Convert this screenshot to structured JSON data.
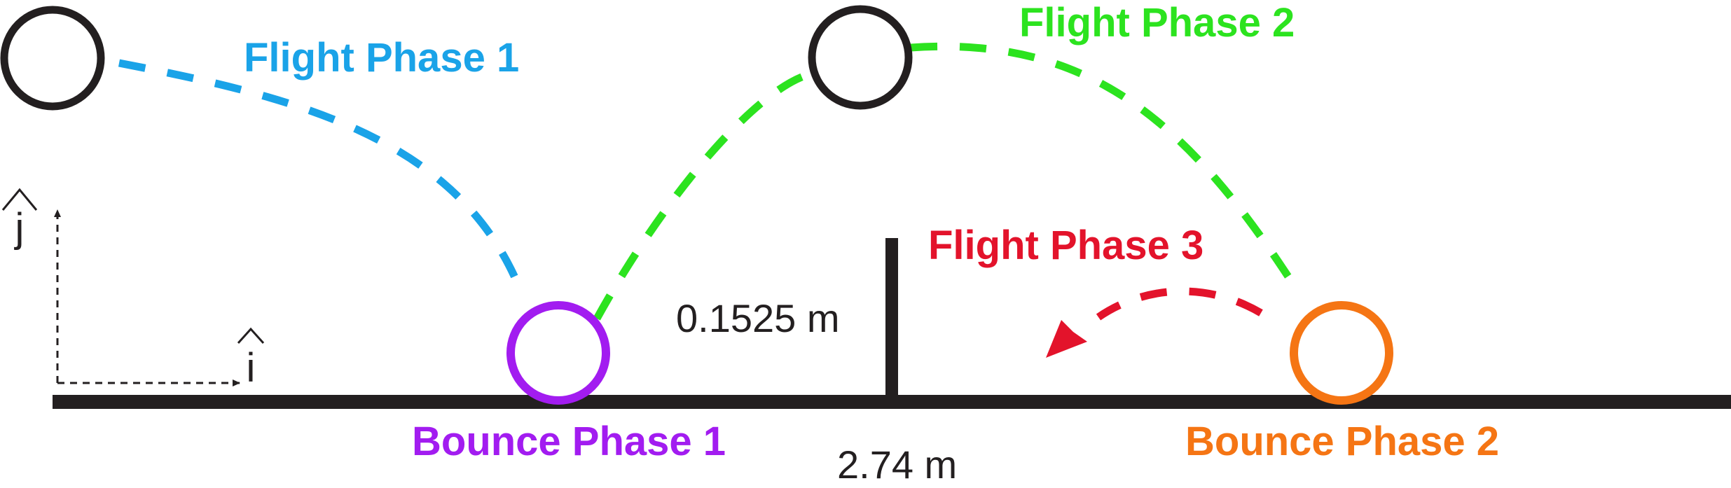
{
  "labels": {
    "flight_phase_1": "Flight Phase 1",
    "flight_phase_2": "Flight Phase 2",
    "flight_phase_3": "Flight Phase 3",
    "bounce_phase_1": "Bounce Phase 1",
    "bounce_phase_2": "Bounce Phase 2",
    "net_height": "0.1525 m",
    "table_length": "2.74 m",
    "axis_i": "i",
    "axis_j": "j"
  },
  "colors": {
    "ink": "#231f20",
    "flight_phase_1": "#1aa3e8",
    "flight_phase_2": "#2ce31f",
    "flight_phase_3": "#e3132b",
    "bounce_phase_1": "#a21cf0",
    "bounce_phase_2": "#f57514"
  }
}
